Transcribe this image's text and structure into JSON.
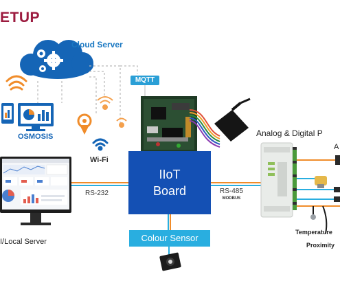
{
  "title": "ETUP",
  "cloud": {
    "label": "Cloud Server"
  },
  "protocol": {
    "mqtt": "MQTT"
  },
  "app": {
    "osmosis": "OSMOSIS"
  },
  "network": {
    "wifi": "Wi-Fi"
  },
  "board": {
    "line1": "IIoT",
    "line2": "Board"
  },
  "links": {
    "rs232": "RS-232",
    "rs485": "RS-485",
    "modbus": "MODBUS"
  },
  "sensor": {
    "colour": "Colour Sensor"
  },
  "plc": {
    "title": "Analog & Digital P",
    "sub": "A"
  },
  "server": {
    "label": "I/Local Server"
  },
  "sensors": {
    "temperature": "Temperature",
    "proximity": "Proximity"
  },
  "colors": {
    "brand": "#9c1b3f",
    "board": "#1450b4",
    "accent": "#29aee0",
    "orange": "#f08c2a"
  }
}
